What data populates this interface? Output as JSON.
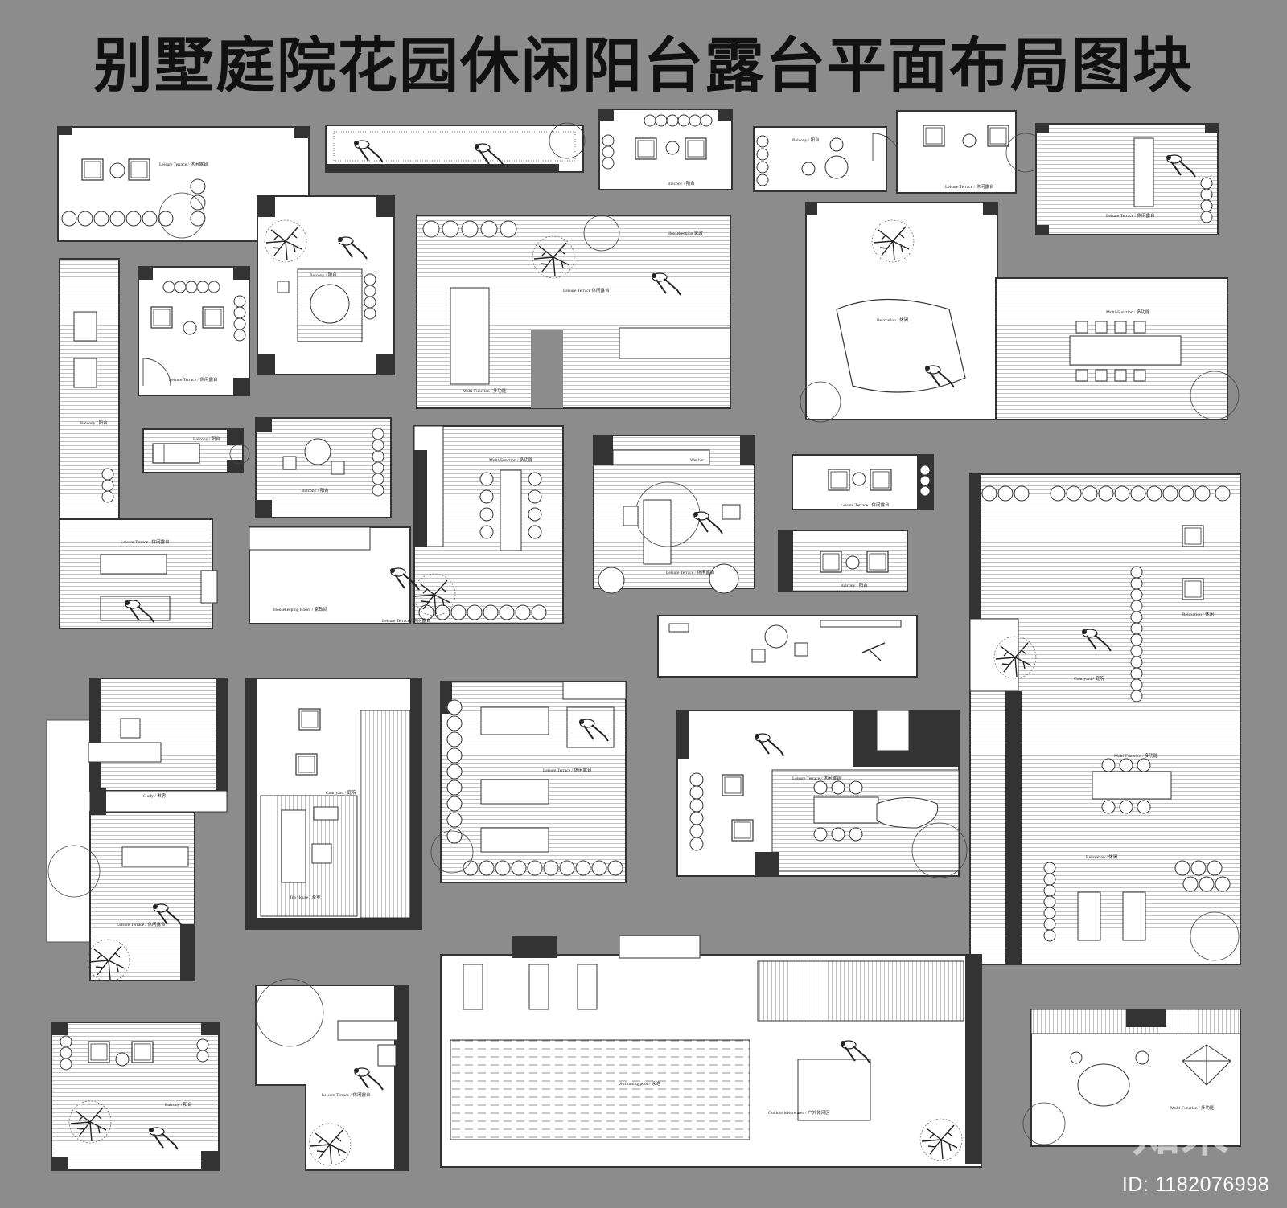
{
  "title": "别墅庭院花园休闲阳台露台平面布局图块",
  "id_text": "ID: 1182076998",
  "watermark_logo": "知末",
  "colors": {
    "background": "#8c8c8c",
    "plan_fill": "#ffffff",
    "wall": "#333333",
    "line": "#555555"
  },
  "plan_labels": {
    "p1": "Leisure Terrace / 休闲露台",
    "p3": "Balcony / 阳台",
    "p4": "Balcony / 阳台",
    "p5": "Leisure Terrace / 休闲露台",
    "p6a": "Balcony / 阳台",
    "p6b": "Leisure Terrace / 休闲露台",
    "p7": "Balcony / 阳台",
    "p8a": "Housekeeping 家政",
    "p8b": "Leisure Terrace 休闲露台",
    "p8c": "Multi-Function / 多功能",
    "p9a": "Relaxation / 休闲",
    "p9b": "Multi-Function / 多功能",
    "p10": "Balcony / 阳台",
    "p11": "Balcony / 阳台",
    "p12a": "Multi-Function / 多功能",
    "p12b": "Housekeeping Room / 家政间",
    "p12c": "Leisure Terrace / 休闲露台",
    "p13a": "Wet bar",
    "p13b": "Leisure Terrace / 休闲露台",
    "p14": "Leisure Terrace / 休闲露台",
    "p15": "Balcony / 阳台",
    "p16a": "Relaxation / 休闲",
    "p16b": "Courtyard / 庭院",
    "p16c": "Multi-Function / 多功能",
    "p16d": "Relaxation / 休闲",
    "p17a": "Study / 书房",
    "p17b": "Leisure Terrace / 休闲露台",
    "p18a": "Courtyard / 庭院",
    "p18b": "Tea House / 茶室",
    "p19": "Leisure Terrace / 休闲露台",
    "p20": "Leisure Terrace / 休闲露台",
    "p21": "Balcony / 阳台",
    "p22": "Leisure Terrace / 休闲露台",
    "p23a": "Swimming pool / 泳池",
    "p23b": "Outdoor leisure area / 户外休闲区",
    "p24": "Multi-Function / 多功能"
  }
}
